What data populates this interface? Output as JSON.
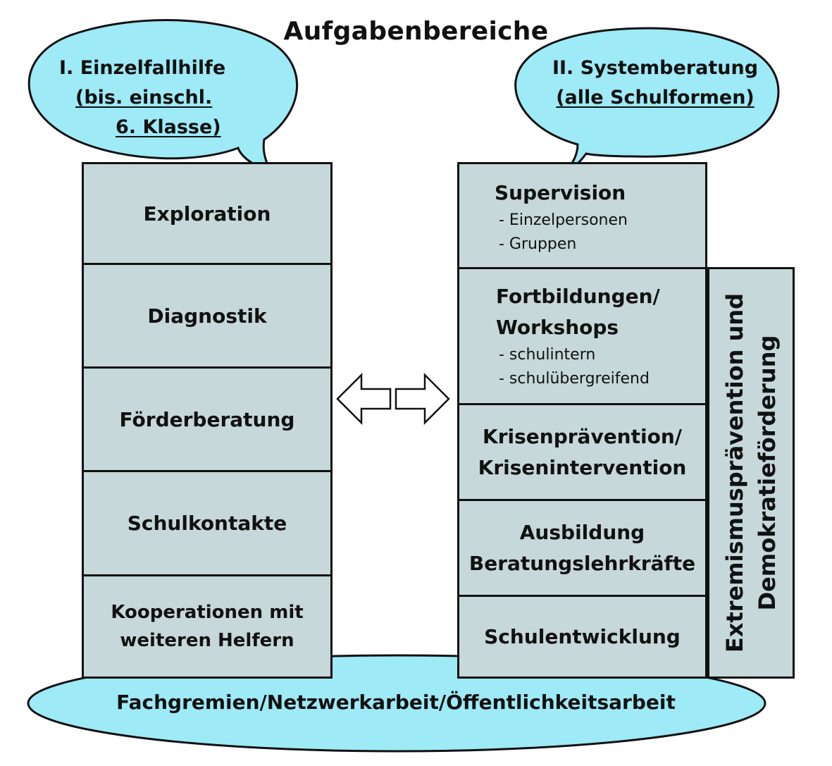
{
  "title": "Aufgabenbereiche",
  "bubble_left": {
    "line1": "I. Einzelfallhilfe",
    "line2": "(bis. einschl.",
    "line3": "6. Klasse)"
  },
  "bubble_right": {
    "line1": "II. Systemberatung",
    "line2": "(alle Schulformen)"
  },
  "left_column": [
    "Exploration",
    "Diagnostik",
    "Förderberatung",
    "Schulkontakte",
    "Kooperationen mit weiteren Helfern"
  ],
  "left_last_lines": [
    "Kooperationen mit",
    "weiteren Helfern"
  ],
  "right_column": {
    "supervision": {
      "title": "Supervision",
      "items": [
        "- Einzelpersonen",
        "- Gruppen"
      ]
    },
    "fortbildungen": {
      "title_line1": "Fortbildungen/",
      "title_line2": "Workshops",
      "items": [
        "- schulintern",
        "- schulübergreifend"
      ]
    },
    "krisen": {
      "line1": "Krisenprävention/",
      "line2": "Krisenintervention"
    },
    "ausbildung": {
      "line1": "Ausbildung",
      "line2": "Beratungslehrkräfte"
    },
    "schulentwicklung": "Schulentwicklung"
  },
  "side_box": {
    "line1": "Extremismusprävention und",
    "line2": "Demokratieförderung"
  },
  "footer": "Fachgremien/Netzwerkarbeit/Öffentlichkeitsarbeit",
  "colors": {
    "bubble_fill": "#9eeaf7",
    "box_fill": "#c6d8d9",
    "stroke": "#111111"
  }
}
